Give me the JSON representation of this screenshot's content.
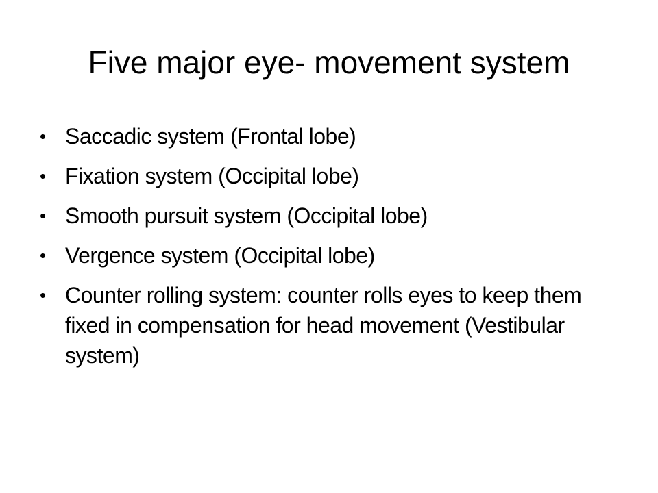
{
  "slide": {
    "title": "Five major eye- movement system",
    "bullet_glyph": "•",
    "items": [
      {
        "text": "Saccadic system (Frontal lobe)"
      },
      {
        "text": "Fixation system (Occipital lobe)"
      },
      {
        "text": "Smooth pursuit system  (Occipital lobe)"
      },
      {
        "text": "Vergence system (Occipital lobe)"
      },
      {
        "text": "Counter rolling system: counter rolls eyes to keep them fixed in compensation for head movement (Vestibular system)"
      }
    ]
  }
}
